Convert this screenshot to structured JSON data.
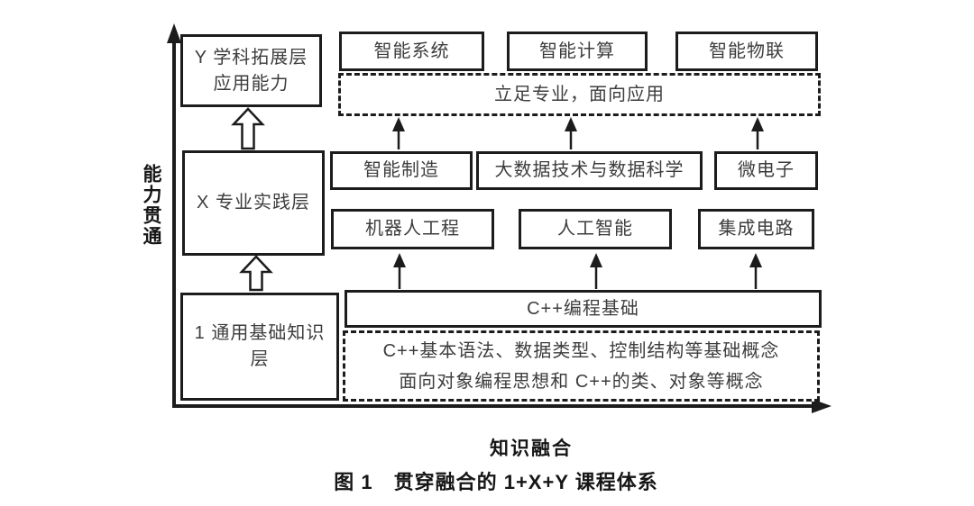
{
  "figure": {
    "axes": {
      "y_label": "能力贯通",
      "x_label": "知识融合"
    },
    "caption": "图 1　贯穿融合的 1+X+Y 课程体系",
    "left_layers": {
      "y_layer_line1": "Y 学科拓展层",
      "y_layer_line2": "应用能力",
      "x_layer": "X 专业实践层",
      "base_layer_line1": "1 通用基础知识",
      "base_layer_line2": "层"
    },
    "application_row": [
      "智能系统",
      "智能计算",
      "智能物联"
    ],
    "application_banner": "立足专业，面向应用",
    "discipline_row": [
      "智能制造",
      "大数据技术与数据科学",
      "微电子"
    ],
    "major_row": [
      "机器人工程",
      "人工智能",
      "集成电路"
    ],
    "foundation_course": "C++编程基础",
    "foundation_concepts_line1": "C++基本语法、数据类型、控制结构等基础概念",
    "foundation_concepts_line2": "面向对象编程思想和 C++的类、对象等概念"
  },
  "colors": {
    "border": "#1c1c1c",
    "text": "#3d3d3d",
    "label": "#161616",
    "background": "#ffffff"
  }
}
